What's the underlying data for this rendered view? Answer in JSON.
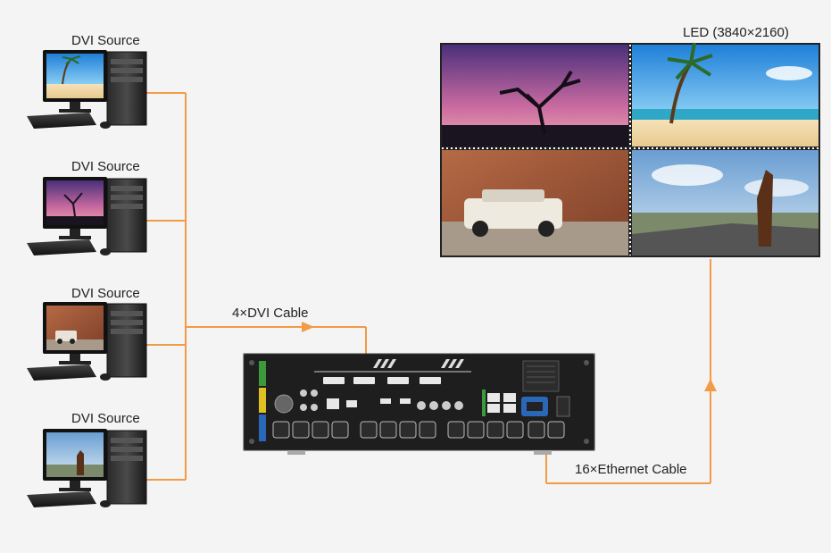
{
  "sources": [
    {
      "label": "DVI Source",
      "screen": "beach"
    },
    {
      "label": "DVI Source",
      "screen": "tree"
    },
    {
      "label": "DVI Source",
      "screen": "car"
    },
    {
      "label": "DVI Source",
      "screen": "horse"
    }
  ],
  "cables": {
    "dvi": "4×DVI Cable",
    "ethernet": "16×Ethernet Cable"
  },
  "led": {
    "label": "LED (3840×2160)",
    "tiles": [
      "tree-sunset",
      "palm-beach",
      "suv-desert",
      "horse-road"
    ]
  },
  "colors": {
    "cable": "#f39a45",
    "background": "#f4f4f4",
    "device": "#1e1e1e",
    "green_tag": "#3c9a3c",
    "yellow_tag": "#e0c020",
    "blue_tag": "#2a67b8"
  }
}
